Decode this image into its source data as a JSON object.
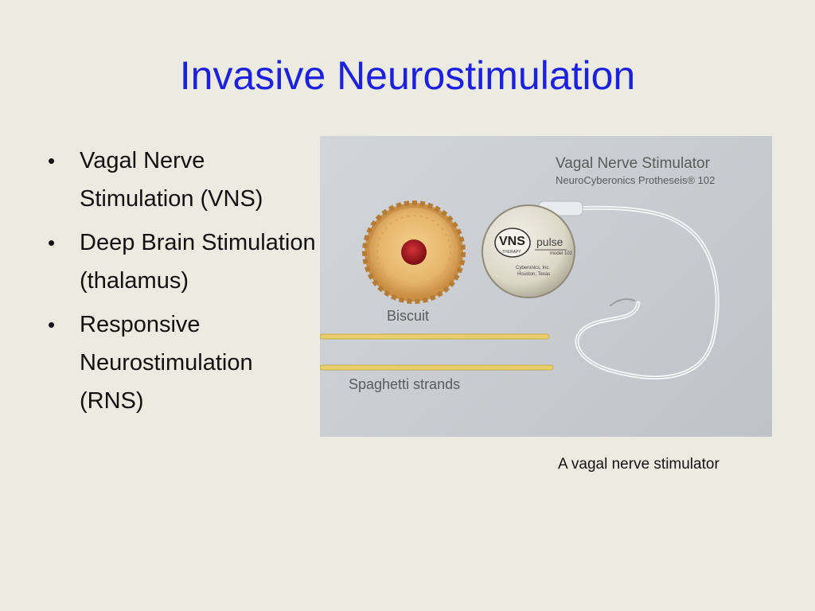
{
  "slide": {
    "title": "Invasive Neurostimulation",
    "bullets": [
      {
        "text": "Vagal Nerve Stimulation (VNS)"
      },
      {
        "text": "Deep Brain Stimulation (thalamus)"
      },
      {
        "text": "Responsive Neurostimulation (RNS)"
      }
    ],
    "caption": "A vagal nerve stimulator"
  },
  "photo": {
    "label_title": "Vagal Nerve Stimulator",
    "label_subtitle": "NeuroCyberonics Protheseis® 102",
    "label_biscuit": "Biscuit",
    "label_spaghetti": "Spaghetti strands",
    "device_logo": "VNS",
    "device_logo_sub": "THERAPY",
    "device_name": "pulse",
    "device_model": "model 102",
    "device_maker": "Cyberonics, Inc.",
    "device_location": "Houston, Texas"
  },
  "colors": {
    "background": "#ecebe2",
    "title": "#1c21e0"
  }
}
